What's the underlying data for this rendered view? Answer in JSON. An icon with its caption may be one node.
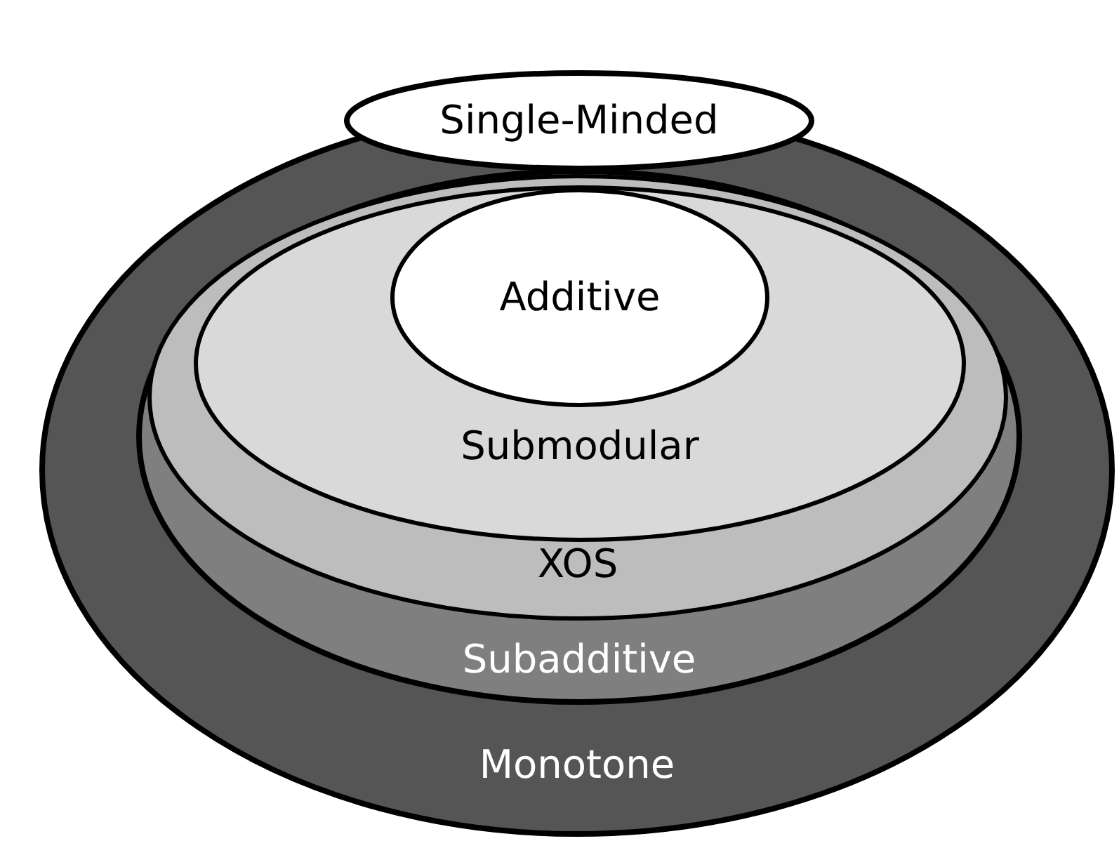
{
  "diagram": {
    "nodes": [
      {
        "text": [
          "Monotone"
        ]
      },
      {
        "text": [
          "Single-Minded"
        ]
      },
      {
        "text": [
          "Subadditive"
        ],
        "in": 0
      },
      {
        "text": [
          "XOS"
        ],
        "in": 2
      },
      {
        "text": [
          "Submodular"
        ],
        "in": 3
      },
      {
        "text": [
          "Additive"
        ],
        "in": 4
      }
    ]
  }
}
